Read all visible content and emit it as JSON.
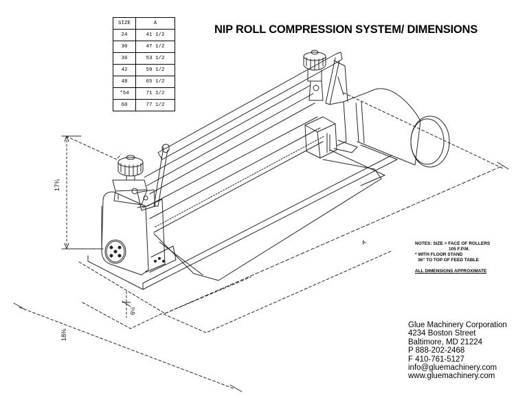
{
  "title": "NIP ROLL COMPRESSION SYSTEM/ DIMENSIONS",
  "size_table": {
    "headers": [
      "SIZE",
      "A"
    ],
    "rows": [
      [
        "24",
        "41 1/2"
      ],
      [
        "30",
        "47 1/2"
      ],
      [
        "36",
        "53 1/2"
      ],
      [
        "42",
        "59 1/2"
      ],
      [
        "48",
        "65 1/2"
      ],
      [
        "*54",
        "71 1/2"
      ],
      [
        "60",
        "77 1/2"
      ]
    ]
  },
  "dimensions": {
    "height": "17¾",
    "length_label": "A",
    "small": "6½",
    "width": "18⅜"
  },
  "notes": {
    "line1": "NOTES:  SIZE = FACE OF ROLLERS",
    "line2": "105 F.P.M.",
    "line3": "* WITH FLOOR STAND",
    "line4": "36\" TO TOP OF FEED TABLE",
    "all_dimensions": "ALL DIMENSIONS APPROXIMATE"
  },
  "company": {
    "name": "Glue Machinery Corporation",
    "street": "4234 Boston Street",
    "city": "Baltimore, MD 21224",
    "phone": "P  888-202-2468",
    "fax": "F  410-761-5127",
    "email": "info@gluemachinery.com",
    "website": "www.gluemachinery.com"
  }
}
